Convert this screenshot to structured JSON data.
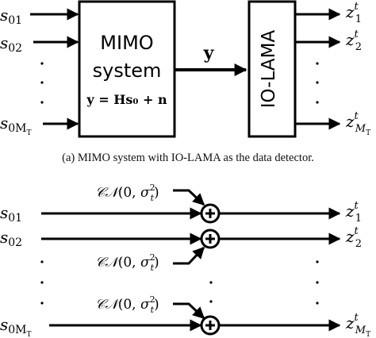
{
  "top": {
    "inputs": [
      {
        "base": "s",
        "sub": "01"
      },
      {
        "base": "s",
        "sub": "02"
      },
      {
        "base": "s",
        "sub": "0M",
        "subsub": "T"
      }
    ],
    "mimo_box": {
      "line1": "MIMO",
      "line2": "system",
      "equation": "y = Hs₀ + n"
    },
    "signal_label": "y",
    "detector_box": {
      "label": "IO-LAMA"
    },
    "outputs": [
      {
        "base": "z",
        "sup": "t",
        "sub": "1"
      },
      {
        "base": "z",
        "sup": "t",
        "sub": "2"
      },
      {
        "base": "z",
        "sup": "t",
        "sub": "M",
        "subsub": "T"
      }
    ],
    "caption": "(a) MIMO system with IO-LAMA as the data detector."
  },
  "bottom": {
    "noise_label": "𝒞𝒩(0, σ²ₜ)",
    "noise_parts": {
      "cn": "𝒞𝒩",
      "open": "(0, ",
      "sigma": "σ",
      "sup": "2",
      "sub": "t",
      "close": ")"
    },
    "adder_symbol": "+",
    "inputs": [
      {
        "base": "s",
        "sub": "01"
      },
      {
        "base": "s",
        "sub": "02"
      },
      {
        "base": "s",
        "sub": "0M",
        "subsub": "T"
      }
    ],
    "outputs": [
      {
        "base": "z",
        "sup": "t",
        "sub": "1"
      },
      {
        "base": "z",
        "sup": "t",
        "sub": "2"
      },
      {
        "base": "z",
        "sup": "t",
        "sub": "M",
        "subsub": "T"
      }
    ],
    "ellipsis": "·"
  }
}
